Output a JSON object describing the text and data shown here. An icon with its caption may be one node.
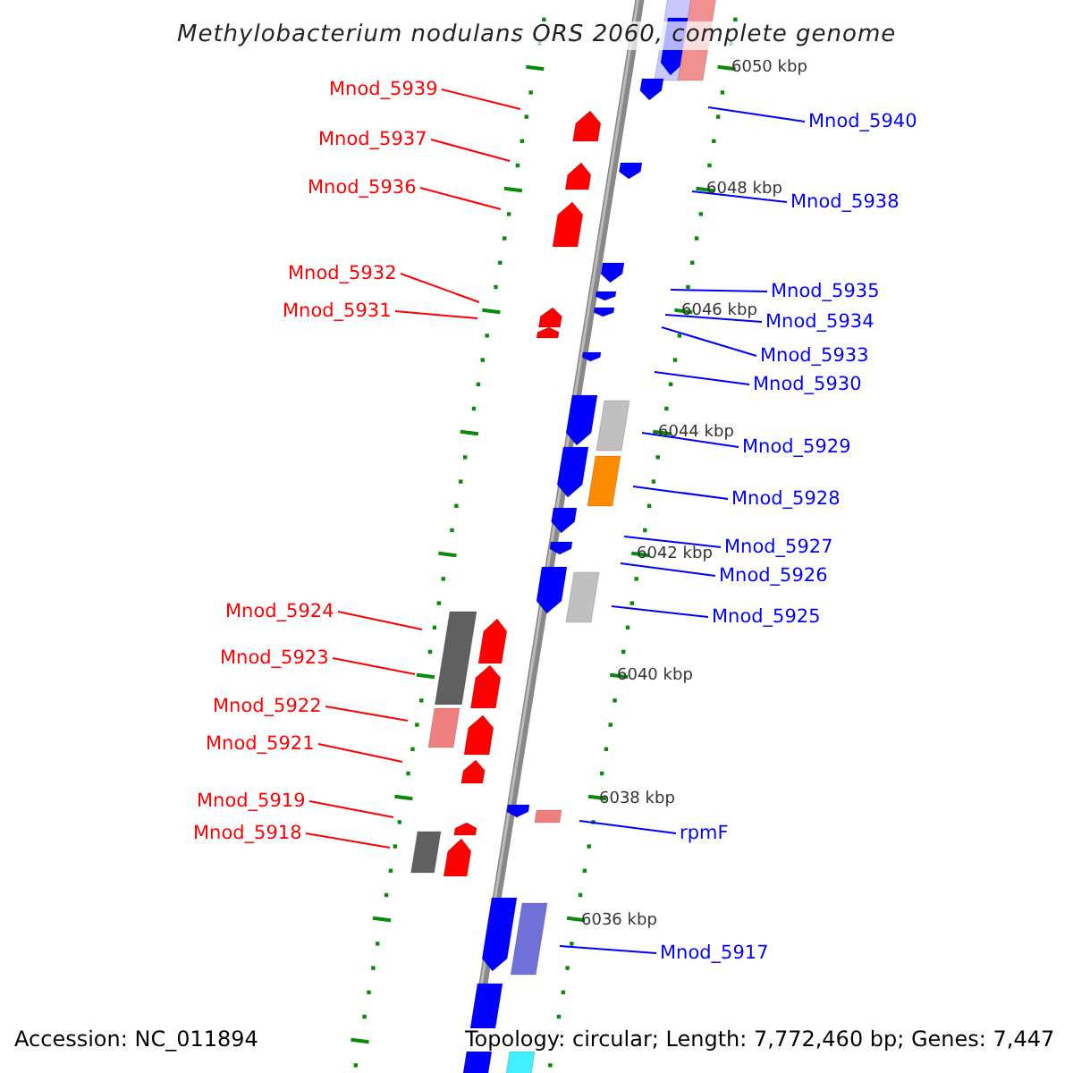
{
  "diagram": {
    "title": "Methylobacterium nodulans ORS 2060, complete genome",
    "nodes": [
      {
        "text": [
          "Mnod_5939"
        ]
      },
      {
        "text": [
          "Mnod_5940"
        ]
      },
      {
        "text": [
          "Mnod_5937"
        ]
      },
      {
        "text": [
          "Mnod_5936"
        ]
      },
      {
        "text": [
          "Mnod_5938"
        ]
      },
      {
        "text": [
          "Mnod_5932"
        ]
      },
      {
        "text": [
          "Mnod_5935"
        ]
      },
      {
        "text": [
          "Mnod_5931"
        ]
      },
      {
        "text": [
          "Mnod_5934"
        ]
      },
      {
        "text": [
          "Mnod_5933"
        ]
      },
      {
        "text": [
          "Mnod_5930"
        ]
      },
      {
        "text": [
          "Mnod_5929"
        ]
      },
      {
        "text": [
          "Mnod_5928"
        ]
      },
      {
        "text": [
          "Mnod_5927"
        ]
      },
      {
        "text": [
          "Mnod_5926"
        ]
      },
      {
        "text": [
          "Mnod_5924"
        ]
      },
      {
        "text": [
          "Mnod_5925"
        ]
      },
      {
        "text": [
          "Mnod_5923"
        ]
      },
      {
        "text": [
          "Mnod_5922"
        ]
      },
      {
        "text": [
          "Mnod_5921"
        ]
      },
      {
        "text": [
          "Mnod_5919"
        ]
      },
      {
        "text": [
          "rpmF"
        ]
      },
      {
        "text": [
          "Mnod_5918"
        ]
      },
      {
        "text": [
          "Mnod_5917"
        ]
      }
    ],
    "edges": [
      {
        "from": 0,
        "to": null,
        "arrow": "none",
        "color": "#ff0000"
      },
      {
        "from": 1,
        "to": null,
        "arrow": "none"
      },
      {
        "from": 2,
        "to": null,
        "arrow": "none",
        "color": "#ff0000"
      },
      {
        "from": 3,
        "to": null,
        "arrow": "none",
        "color": "#ff0000"
      },
      {
        "from": 4,
        "to": null,
        "arrow": "none"
      },
      {
        "from": 5,
        "to": null,
        "arrow": "none",
        "color": "#ff0000"
      },
      {
        "from": 6,
        "to": null,
        "arrow": "none"
      },
      {
        "from": 7,
        "to": null,
        "arrow": "none",
        "color": "#ff0000"
      },
      {
        "from": 8,
        "to": null,
        "arrow": "none"
      },
      {
        "from": 9,
        "to": null,
        "arrow": "none"
      },
      {
        "from": 10,
        "to": null,
        "arrow": "none"
      },
      {
        "from": 11,
        "to": null,
        "arrow": "none"
      },
      {
        "from": 12,
        "to": null,
        "arrow": "none"
      },
      {
        "from": 13,
        "to": null,
        "arrow": "none"
      },
      {
        "from": 14,
        "to": null,
        "arrow": "none"
      },
      {
        "from": 15,
        "to": null,
        "arrow": "none",
        "color": "#ff0000"
      },
      {
        "from": 16,
        "to": null,
        "arrow": "none"
      },
      {
        "from": 17,
        "to": null,
        "arrow": "none",
        "color": "#ff0000"
      },
      {
        "from": 18,
        "to": null,
        "arrow": "none",
        "color": "#ff0000"
      },
      {
        "from": 19,
        "to": null,
        "arrow": "none",
        "color": "#ff0000"
      },
      {
        "from": 20,
        "to": null,
        "arrow": "none",
        "color": "#ff0000"
      },
      {
        "from": 21,
        "to": null,
        "arrow": "none"
      },
      {
        "from": 22,
        "to": null,
        "arrow": "none",
        "color": "#ff0000"
      },
      {
        "from": 23,
        "to": null,
        "arrow": "none"
      }
    ],
    "labels": [
      "6050 kbp",
      "6048 kbp",
      "6046 kbp",
      "6044 kbp",
      "6042 kbp",
      "6040 kbp",
      "6038 kbp",
      "6036 kbp",
      "Accession: NC_011894",
      "Topology: circular; Length: 7,772,460 bp; Genes: 7,447"
    ]
  }
}
